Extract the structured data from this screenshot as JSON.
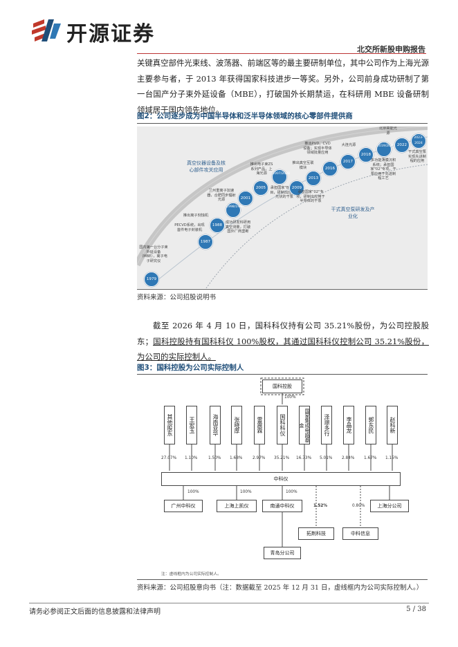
{
  "header": {
    "brand_name": "开源证券",
    "report_type": "北交所新股申购报告"
  },
  "paragraph1": "关键真空部件光束线、波荡器、前端区等的最主要研制单位，其中公司作为上海光源主要参与者，于 2013 年获得国家科技进步一等奖。另外，公司前身成功研制了第一台国产分子束外延设备（MBE），打破国外长期禁运，在科研用 MBE 设备研制领域居于国内领先地位。",
  "figure2": {
    "caption_label": "图2：",
    "caption_text": "公司逐步成为中国半导体和泛半导体领域的核心零部件提供商",
    "source": "资料来源：公司招股说明书",
    "zones": {
      "upper": "真空仪器设备及核心部件攻关应用",
      "lower": "干式真空泵研发及产业化"
    },
    "milestones": [
      {
        "year": "1979",
        "text": "国内第一台分子束外延设备（MBE），离子电子研究仪"
      },
      {
        "year": "1987",
        "text": "PECVD系统，出现首件电子封装机"
      },
      {
        "year": "1988",
        "text": "推出离子刻蚀机"
      },
      {
        "year": "1998/1999",
        "text": "成功研发科研用真空测量，打破国外厂商垄断"
      },
      {
        "year": "2001",
        "text": "兰州重离子加速器，合肥同步辐射光源"
      },
      {
        "year": "2005",
        "text": ""
      },
      {
        "year": "2007/2008",
        "text": "承担国家\"863\"项目，研制出应用于光伏的干泵"
      },
      {
        "year": "2009",
        "text": "推出电子束ZS系列产品，上海光源"
      },
      {
        "year": "2013",
        "text": "承担国家\"02\"专项，研制出应用于半导体的干泵"
      },
      {
        "year": "2016",
        "text": "推出真空互联模块"
      },
      {
        "year": "2017",
        "text": "推出PVD、CVD设备；实现半导体领域批量应用"
      },
      {
        "year": "2018",
        "text": "大连光源"
      },
      {
        "year": "2019/2020",
        "text": "多功能薄膜沉积系统；承担国家\"02\"专项，干泵应用于先进制程工艺"
      },
      {
        "year": "2022",
        "text": "北京高能光源"
      },
      {
        "year": "2023-2024",
        "text": "干式真空泵实现先进制程的应用"
      }
    ]
  },
  "paragraph2": {
    "plain": "截至 2026 年 4 月 10 日，国科科仪持有公司 35.21%股份，为公司控股股东；",
    "underlined": "国科控股持有国科科仪 100%股权，其通过国科科仪控制公司 35.21%股份，为公司的实际控制人。"
  },
  "figure3": {
    "caption_label": "图3：",
    "caption_text": "国科控股为公司实际控制人",
    "source": "资料来源：公司招股意向书（注：数据截至 2025 年 12 月 31 日，虚线框内为公司实际控制人。）",
    "top_holder": "国科控股",
    "top_pct": "100%",
    "shareholders": [
      {
        "name": "其他股东",
        "pct": "27.07%"
      },
      {
        "name": "王宏玉",
        "pct": "1.10%"
      },
      {
        "name": "海南亚华",
        "pct": "1.50%"
      },
      {
        "name": "张晓厚",
        "pct": "1.68%"
      },
      {
        "name": "雷震霖",
        "pct": "2.97%"
      },
      {
        "name": "国科科仪",
        "pct": "35.21%"
      },
      {
        "name": "国家集成电路基金",
        "pct": "16.73%"
      },
      {
        "name": "泽璟多行",
        "pct": "5.01%"
      },
      {
        "name": "李晶龙",
        "pct": "2.84%"
      },
      {
        "name": "郭东民",
        "pct": "1.67%"
      },
      {
        "name": "赵科新",
        "pct": "1.15%"
      }
    ],
    "company": "中科仪",
    "subsidiaries": [
      {
        "name": "广州中科仪",
        "pct": "100%"
      },
      {
        "name": "上海上凯仪",
        "pct": "100%"
      },
      {
        "name": "南通中科仪",
        "pct": "100%"
      },
      {
        "name": "上海分公司",
        "pct": ""
      }
    ],
    "investees": [
      {
        "name": "拓荆科技",
        "pct": "1.52%"
      },
      {
        "name": "中科信息",
        "pct": "0.80%"
      }
    ],
    "branch_of_nantong": "青岛分公司",
    "note": "注：虚线框内为公司实际控制人。"
  },
  "footer": {
    "disclaimer": "请务必参阅正文后面的信息披露和法律声明",
    "page": "5 / 38"
  }
}
